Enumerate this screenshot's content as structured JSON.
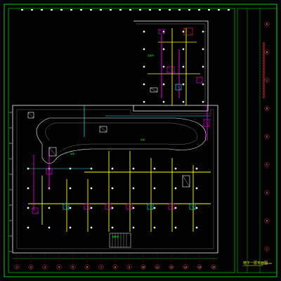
{
  "drawing": {
    "title": "地下一层平面图",
    "scale": "1:100",
    "sidebar_note": "某某某某某某某某某某某某某某某某某某某某",
    "room_labels": [
      "车库",
      "车库",
      "设备间",
      "楼梯间"
    ],
    "bottom_grid": [
      "1",
      "2",
      "3",
      "4",
      "5",
      "6",
      "7",
      "8",
      "9",
      "10",
      "11",
      "12",
      "13",
      "14",
      "15"
    ],
    "right_grid": [
      "A",
      "B",
      "C",
      "D",
      "E",
      "F",
      "G",
      "H",
      "J"
    ],
    "colors": {
      "frame": "#00ff00",
      "wall": "#ffffff",
      "column": "#ffffff",
      "duct_yellow": "#ffff00",
      "duct_magenta": "#ff00ff",
      "duct_cyan": "#00ffff",
      "axis_red": "#ff0000",
      "title_yellow": "#ffff00"
    }
  }
}
